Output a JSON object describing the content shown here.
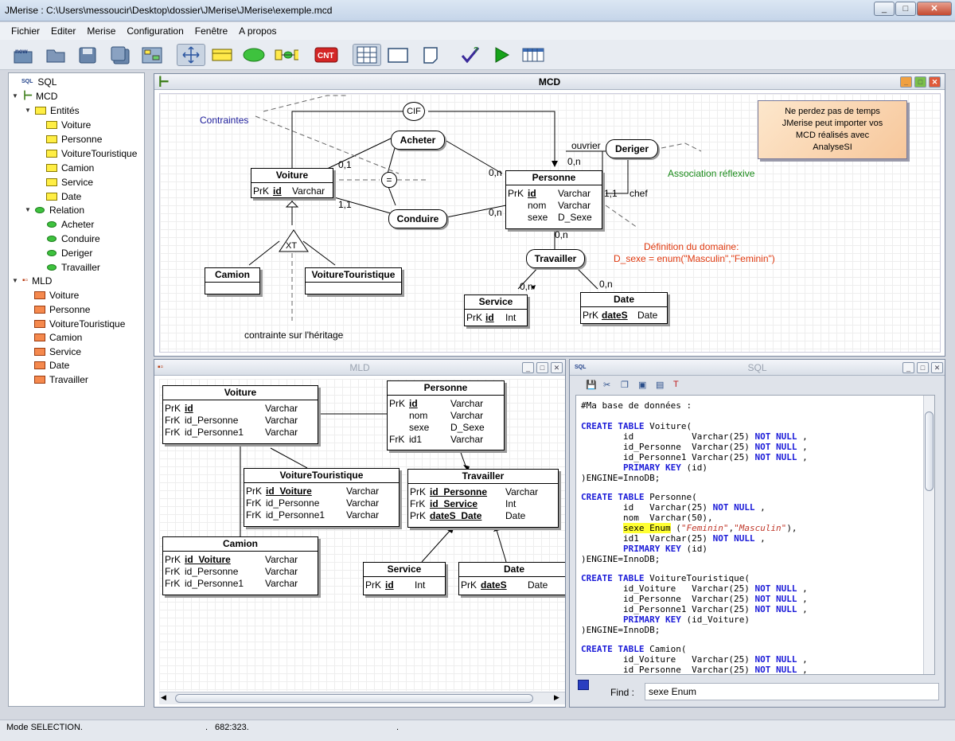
{
  "window": {
    "title": "JMerise : C:\\Users\\messoucir\\Desktop\\dossier\\JMerise\\JMerise\\exemple.mcd"
  },
  "menu": [
    "Fichier",
    "Editer",
    "Merise",
    "Configuration",
    "Fenêtre",
    "A propos"
  ],
  "toolbar": {
    "new_label": "new",
    "cnt_label": "CNT"
  },
  "tree": {
    "sql": "SQL",
    "mcd": "MCD",
    "entites": "Entités",
    "entities": [
      "Voiture",
      "Personne",
      "VoitureTouristique",
      "Camion",
      "Service",
      "Date"
    ],
    "relation": "Relation",
    "relations": [
      "Acheter",
      "Conduire",
      "Deriger",
      "Travailler"
    ],
    "mld": "MLD",
    "tables": [
      "Voiture",
      "Personne",
      "VoitureTouristique",
      "Camion",
      "Service",
      "Date",
      "Travailler"
    ]
  },
  "mcd": {
    "title": "MCD",
    "contraintes": "Contraintes",
    "cif": "CIF",
    "equal": "=",
    "xt": "XT",
    "heritage_note": "contrainte sur l'héritage",
    "reflexive_note": "Association réflexive",
    "domain_note_1": "Définition du domaine:",
    "domain_note_2": "D_sexe = enum(\"Masculin\",\"Feminin\")",
    "note_lines": [
      "Ne perdez pas de temps",
      "JMerise peut importer vos",
      "MCD réalisés avec",
      "AnalyseSI"
    ],
    "entities": {
      "voiture": {
        "title": "Voiture",
        "prk": "PrK",
        "id": "id",
        "type": "Varchar"
      },
      "personne": {
        "title": "Personne",
        "prk": "PrK",
        "rows": [
          [
            "id",
            "Varchar"
          ],
          [
            "nom",
            "Varchar"
          ],
          [
            "sexe",
            "D_Sexe"
          ]
        ]
      },
      "camion": {
        "title": "Camion"
      },
      "touristique": {
        "title": "VoitureTouristique"
      },
      "service": {
        "title": "Service",
        "prk": "PrK",
        "id": "id",
        "type": "Int"
      },
      "date": {
        "title": "Date",
        "prk": "PrK",
        "id": "dateS",
        "type": "Date"
      }
    },
    "relations": {
      "acheter": "Acheter",
      "conduire": "Conduire",
      "deriger": "Deriger",
      "travailler": "Travailler"
    },
    "cards": {
      "c01": "0,1",
      "c0n_a": "0,n",
      "c11": "1,1",
      "c0n_c": "0,n",
      "ouvrier": "ouvrier",
      "c0n_o": "0,n",
      "chef": "chef",
      "c11_chef": "1,1",
      "c0n_t": "0,n",
      "c0n_s": "0,n",
      "c0n_d": "0,n"
    }
  },
  "mld": {
    "title": "MLD",
    "voiture": {
      "title": "Voiture",
      "rows": [
        [
          "PrK",
          "id",
          "Varchar"
        ],
        [
          "FrK",
          "id_Personne",
          "Varchar"
        ],
        [
          "FrK",
          "id_Personne1",
          "Varchar"
        ]
      ]
    },
    "personne": {
      "title": "Personne",
      "rows": [
        [
          "PrK",
          "id",
          "Varchar"
        ],
        [
          "",
          "nom",
          "Varchar"
        ],
        [
          "",
          "sexe",
          "D_Sexe"
        ],
        [
          "FrK",
          "id1",
          "Varchar"
        ]
      ]
    },
    "touristique": {
      "title": "VoitureTouristique",
      "rows": [
        [
          "PrK",
          "id_Voiture",
          "Varchar"
        ],
        [
          "FrK",
          "id_Personne",
          "Varchar"
        ],
        [
          "FrK",
          "id_Personne1",
          "Varchar"
        ]
      ]
    },
    "travailler": {
      "title": "Travailler",
      "rows": [
        [
          "PrK",
          "id_Personne",
          "Varchar"
        ],
        [
          "FrK",
          "id_Service",
          "Int"
        ],
        [
          "PrK",
          "dateS_Date",
          "Date"
        ]
      ]
    },
    "camion": {
      "title": "Camion",
      "rows": [
        [
          "PrK",
          "id_Voiture",
          "Varchar"
        ],
        [
          "FrK",
          "id_Personne",
          "Varchar"
        ],
        [
          "FrK",
          "id_Personne1",
          "Varchar"
        ]
      ]
    },
    "service": {
      "title": "Service",
      "rows": [
        [
          "PrK",
          "id",
          "Int"
        ]
      ]
    },
    "date": {
      "title": "Date",
      "rows": [
        [
          "PrK",
          "dateS",
          "Date"
        ]
      ]
    }
  },
  "sql": {
    "title": "SQL",
    "header_label": "SQL",
    "find_label": "Find :",
    "find_value": "sexe Enum"
  },
  "status": {
    "mode": "Mode SELECTION.",
    "sep1": ".",
    "coords": "682:323.",
    "sep2": "."
  }
}
